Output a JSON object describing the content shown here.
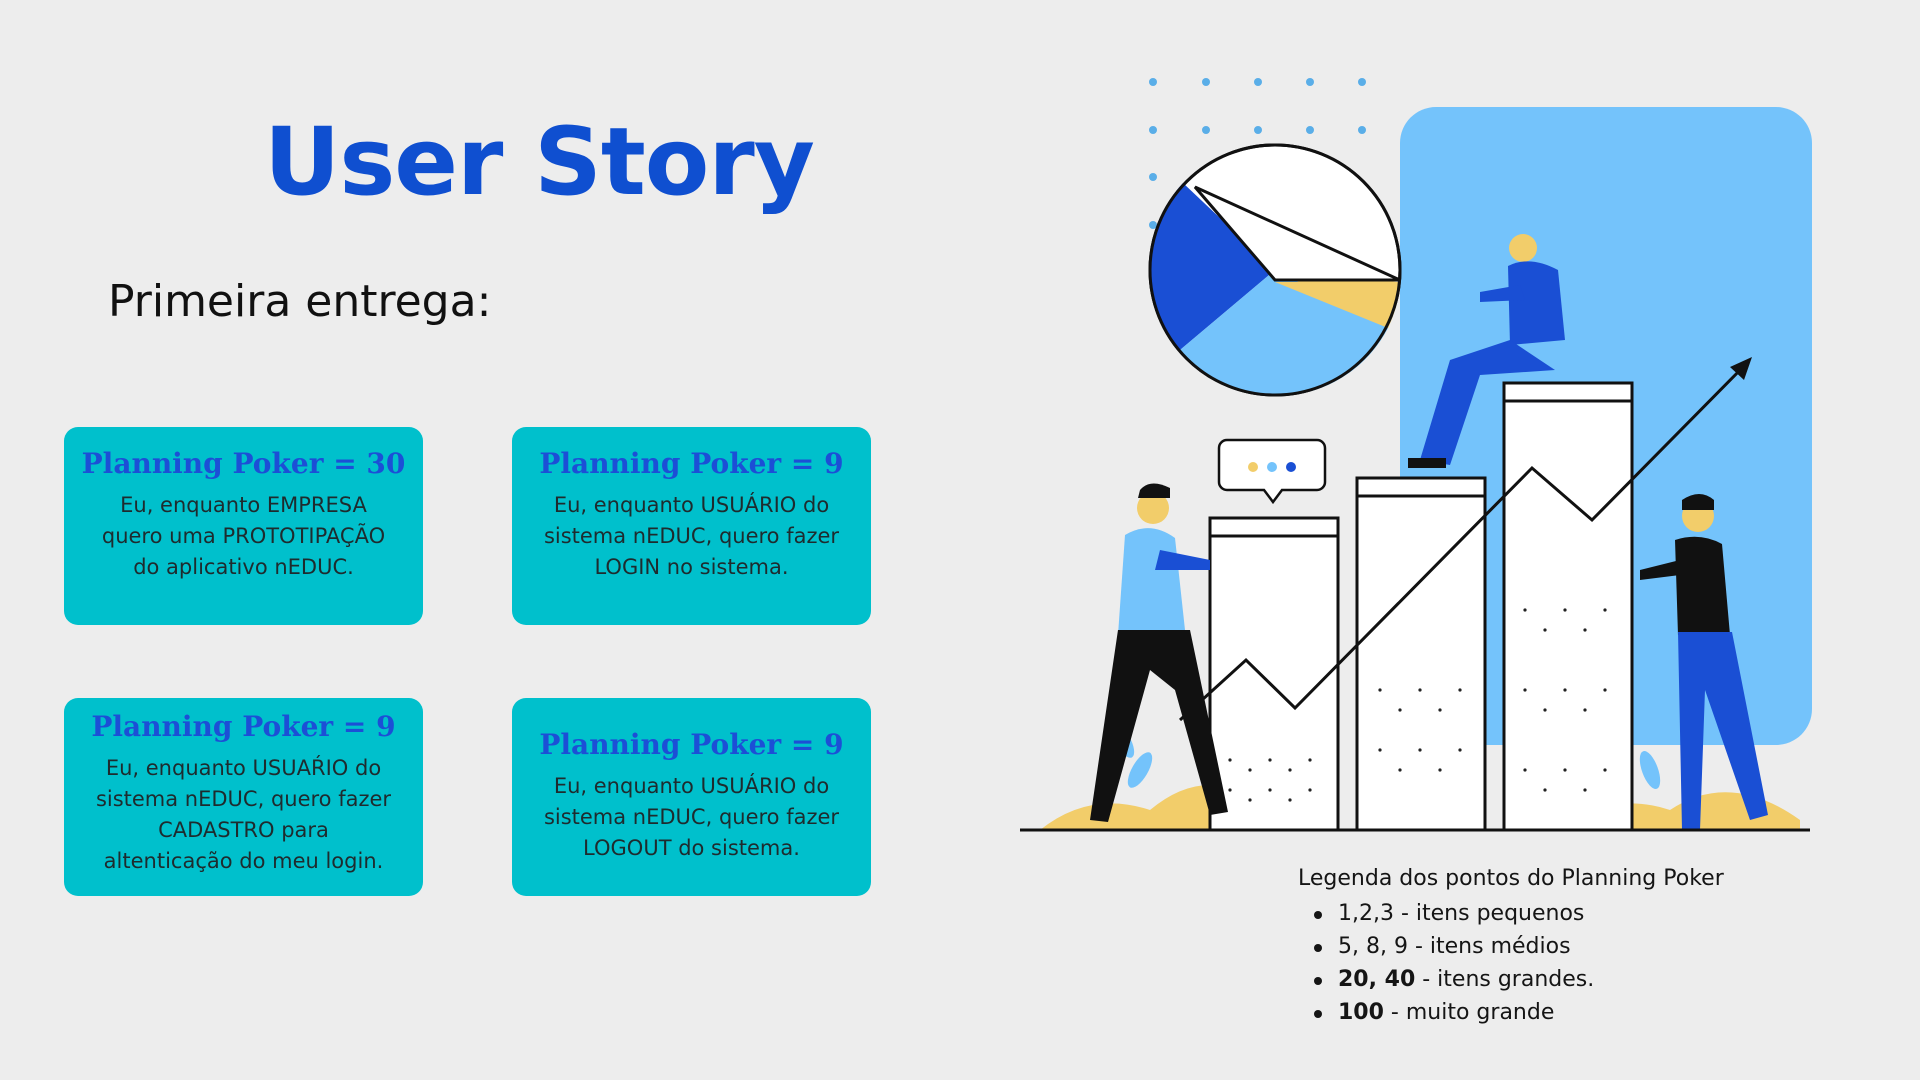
{
  "slide": {
    "title": "User Story",
    "subtitle": "Primeira entrega:"
  },
  "cards": [
    {
      "title": "Planning Poker = 30",
      "lines": [
        "Eu, enquanto EMPRESA",
        "quero uma PROTOTIPAÇÃO",
        "do aplicativo nEDUC."
      ]
    },
    {
      "title": "Planning Poker = 9",
      "lines": [
        "Eu, enquanto USUÁRIO do",
        "sistema nEDUC, quero fazer",
        "LOGIN no sistema."
      ]
    },
    {
      "title": "Planning Poker = 9",
      "lines": [
        "Eu, enquanto USUAŔIO do",
        "sistema nEDUC, quero fazer",
        "CADASTRO para",
        "altenticação do meu login."
      ]
    },
    {
      "title": "Planning Poker = 9",
      "lines": [
        "Eu, enquanto USUÁRIO do",
        "sistema nEDUC, quero fazer",
        "LOGOUT do sistema."
      ]
    }
  ],
  "legend": {
    "title": "Legenda dos pontos do Planning Poker",
    "items": [
      {
        "value": "1,2,3",
        "text": " - itens pequenos",
        "bold": false
      },
      {
        "value": "5, 8, 9",
        "text": " - itens médios",
        "bold": false
      },
      {
        "value": "20, 40",
        "text": " - itens grandes.",
        "bold": true
      },
      {
        "value": "100",
        "text": " - muito grande",
        "bold": true
      }
    ]
  },
  "colors": {
    "title": "#0f4fd0",
    "card_bg": "#00c0cc",
    "card_title": "#1c4fd6",
    "accent_light_blue": "#74c3fb",
    "accent_blue": "#1a4fd4",
    "accent_yellow": "#f2cd6a"
  },
  "icons": [
    "pie-chart-illustration",
    "bar-chart-illustration",
    "trend-arrow-icon",
    "speech-bubble-icon",
    "person-illustration"
  ]
}
